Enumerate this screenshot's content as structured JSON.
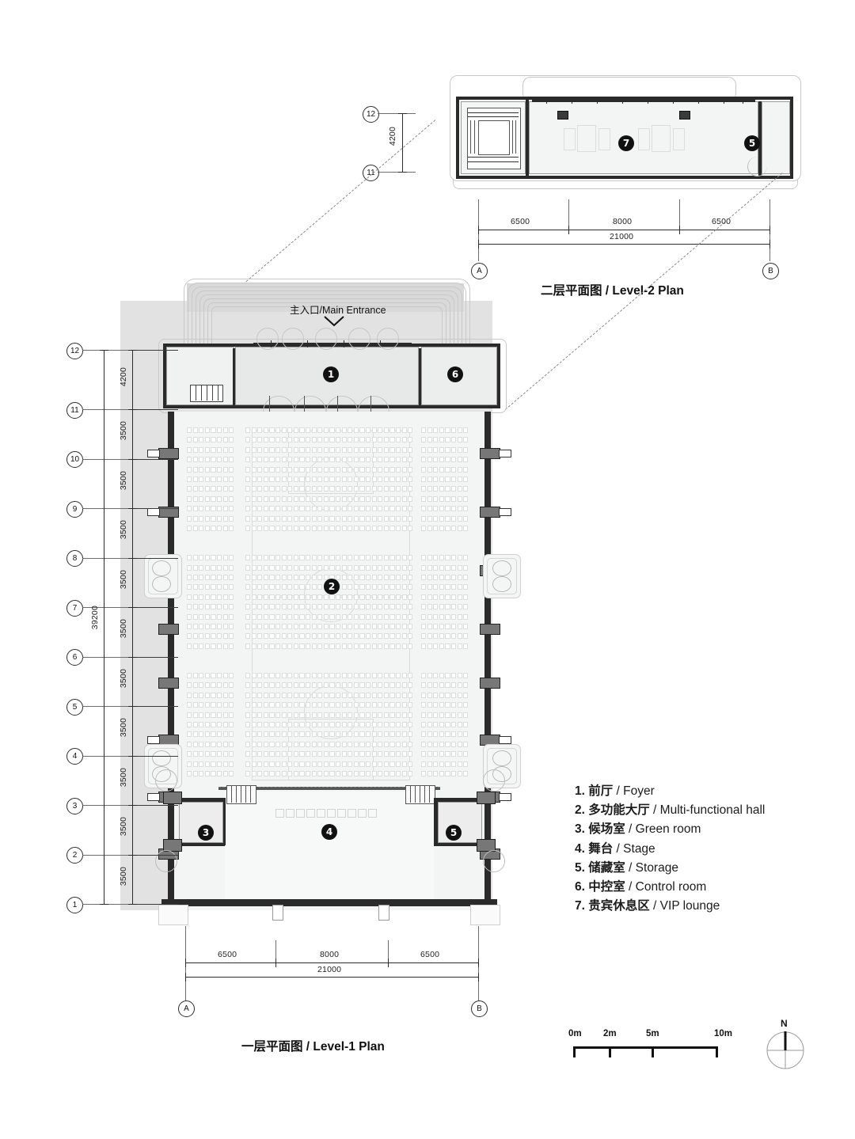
{
  "drawing": {
    "type": "architectural-floor-plan",
    "sheet_background": "#ffffff",
    "line_color": "#1e1e1e",
    "wall_fill": "#6a6a6a",
    "room_fill": "#eceded",
    "marker_fill": "#111111"
  },
  "level2": {
    "title": "二层平面图 / Level-2 Plan",
    "rooms": [
      {
        "number": "7",
        "name_cn": "贵宾休息区",
        "name_en": "VIP lounge"
      },
      {
        "number": "5",
        "name_cn": "储藏室",
        "name_en": "Storage"
      }
    ],
    "grid_bubbles_horizontal": [
      "A",
      "B"
    ],
    "grid_bubbles_vertical": [
      "12",
      "11"
    ],
    "dimensions_horizontal": [
      "6500",
      "8000",
      "6500"
    ],
    "dimension_total_horizontal": "21000",
    "dimension_vertical": "4200"
  },
  "level1": {
    "title": "一层平面图 / Level-1 Plan",
    "entrance_label": "主入口/Main Entrance",
    "rooms": [
      {
        "number": "1",
        "name_cn": "前厅",
        "name_en": "Foyer"
      },
      {
        "number": "2",
        "name_cn": "多功能大厅",
        "name_en": "Multi-functional hall"
      },
      {
        "number": "3",
        "name_cn": "候场室",
        "name_en": "Green room"
      },
      {
        "number": "4",
        "name_cn": "舞台",
        "name_en": "Stage"
      },
      {
        "number": "5",
        "name_cn": "储藏室",
        "name_en": "Storage"
      },
      {
        "number": "6",
        "name_cn": "中控室",
        "name_en": "Control room"
      }
    ],
    "grid_bubbles_horizontal": [
      "A",
      "B"
    ],
    "grid_bubbles_vertical": [
      "12",
      "11",
      "10",
      "9",
      "8",
      "7",
      "6",
      "5",
      "4",
      "3",
      "2",
      "1"
    ],
    "dimensions_horizontal": [
      "6500",
      "8000",
      "6500"
    ],
    "dimension_total_horizontal": "21000",
    "dimensions_vertical": [
      "4200",
      "3500",
      "3500",
      "3500",
      "3500",
      "3500",
      "3500",
      "3500",
      "3500",
      "3500",
      "3500"
    ],
    "dimension_total_vertical": "39200"
  },
  "legend": {
    "items": [
      {
        "num": "1.",
        "cn": "前厅",
        "sep": " / ",
        "en": "Foyer"
      },
      {
        "num": "2.",
        "cn": "多功能大厅",
        "sep": " / ",
        "en": "Multi-functional hall"
      },
      {
        "num": "3.",
        "cn": "候场室",
        "sep": " / ",
        "en": "Green room"
      },
      {
        "num": "4.",
        "cn": "舞台",
        "sep": " / ",
        "en": "Stage"
      },
      {
        "num": "5.",
        "cn": "储藏室",
        "sep": " / ",
        "en": "Storage"
      },
      {
        "num": "6.",
        "cn": "中控室",
        "sep": " / ",
        "en": "Control room"
      },
      {
        "num": "7.",
        "cn": "贵宾休息区",
        "sep": " / ",
        "en": "VIP lounge"
      }
    ]
  },
  "scalebar": {
    "ticks": [
      "0m",
      "2m",
      "5m",
      "10m"
    ]
  },
  "north_arrow": {
    "label": "N"
  }
}
